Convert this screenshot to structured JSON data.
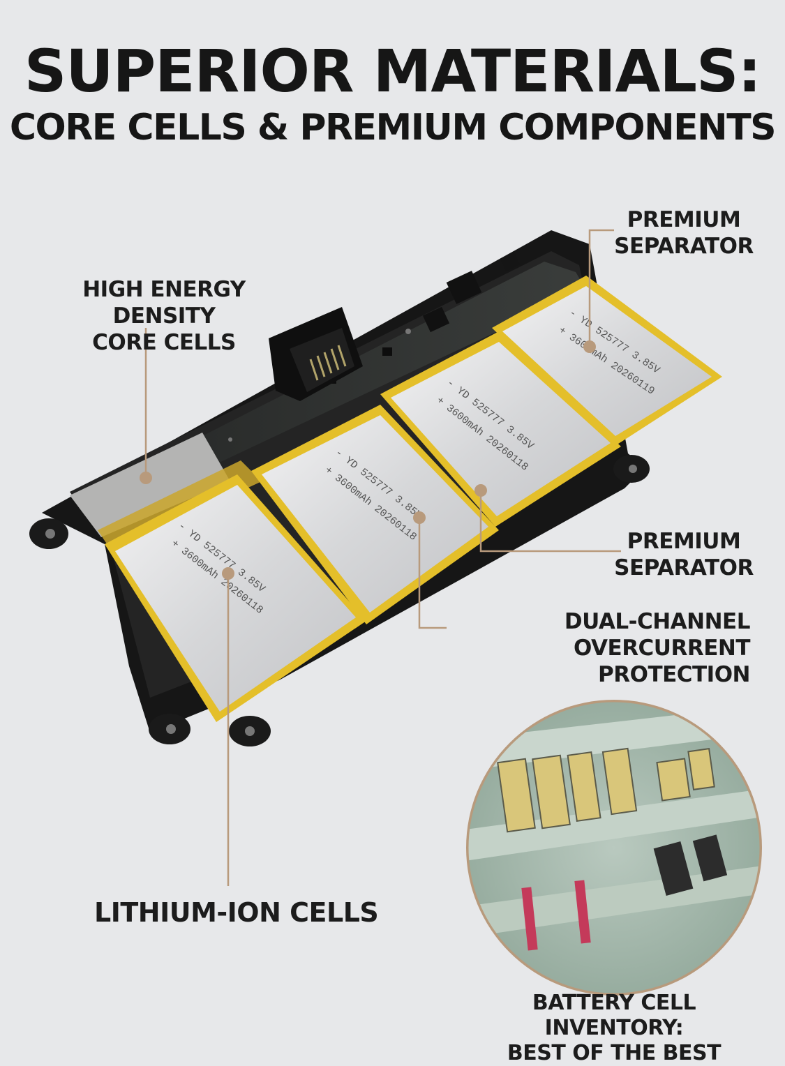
{
  "title": {
    "line1": "SUPERIOR MATERIALS:",
    "line2": "CORE CELLS & PREMIUM COMPONENTS"
  },
  "callouts": {
    "high_energy": [
      "HIGH ENERGY DENSITY",
      "CORE CELLS"
    ],
    "separator_top": [
      "PREMIUM",
      "SEPARATOR"
    ],
    "separator_mid": [
      "PREMIUM",
      "SEPARATOR"
    ],
    "overcurrent": [
      "DUAL-CHANNEL",
      "OVERCURRENT PROTECTION"
    ],
    "lithium": "LITHIUM-ION CELLS",
    "inventory": [
      "BATTERY CELL INVENTORY:",
      "BEST OF THE BEST"
    ]
  },
  "cell_labels": [
    {
      "line1": "- YD  525777  3.85V",
      "line2": "+ 3600mAh  20260118"
    },
    {
      "line1": "- YD  525777  3.85V",
      "line2": "+ 3600mAh  20260118"
    },
    {
      "line1": "- YD  525777  3.85V",
      "line2": "+ 3600mAh  20260118"
    },
    {
      "line1": "- YD  525777  3.85V",
      "line2": "+ 3600mAh  20260119"
    }
  ],
  "colors": {
    "background": "#e7e8ea",
    "leader_line": "#b89a7c",
    "frame": "#1a1a1a",
    "cell_silver": "#d9dadc",
    "cell_tape": "#e4bf2a"
  }
}
